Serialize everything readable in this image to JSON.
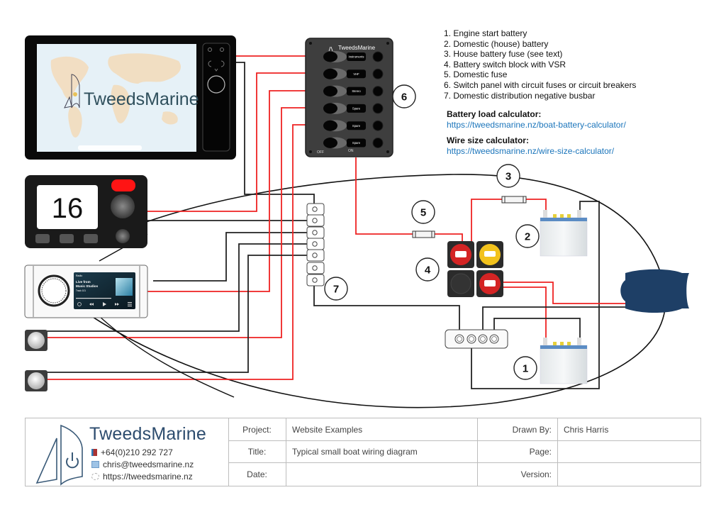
{
  "diagram": {
    "title": "Typical small boat wiring diagram",
    "legend": [
      "1. Engine start battery",
      "2. Domestic (house) battery",
      "3. House battery fuse (see text)",
      "4. Battery switch block with VSR",
      "5. Domestic fuse",
      "6. Switch panel with circuit fuses or circuit breakers",
      "7. Domestic distribution negative busbar"
    ],
    "calculators": [
      {
        "heading": "Battery load calculator:",
        "url": "https://tweedsmarine.nz/boat-battery-calculator/"
      },
      {
        "heading": "Wire size calculator:",
        "url": "https://tweedsmarine.nz/wire-size-calculator/"
      }
    ],
    "callouts": [
      "1",
      "2",
      "3",
      "4",
      "5",
      "6",
      "7"
    ],
    "mfd": {
      "brand": "TweedsMarine"
    },
    "vhf": {
      "channel": "16"
    },
    "stereo": {
      "track": "Live from",
      "artist": "Music Studios",
      "sub": "Track 101",
      "app_label": "Radio"
    },
    "switch_panel": {
      "brand": "TweedsMarine",
      "switches": [
        "Instruments",
        "VHF",
        "Stereo",
        "Spare",
        "Spare",
        "Spare"
      ],
      "off_label": "OFF",
      "on_label": "ON"
    },
    "colors": {
      "positive_wire": "#ee2222",
      "negative_wire": "#222222",
      "engine": "#1e3f66",
      "link": "#1b75bb",
      "brand_text": "#2d4c6e"
    }
  },
  "title_block": {
    "brand": "TweedsMarine",
    "phone": "+64(0)210 292 727",
    "email": "chris@tweedsmarine.nz",
    "website": "https://tweedsmarine.nz",
    "fields": {
      "project_label": "Project:",
      "project_value": "Website Examples",
      "title_label": "Title:",
      "title_value": "Typical small boat wiring diagram",
      "date_label": "Date:",
      "date_value": "",
      "drawn_by_label": "Drawn By:",
      "drawn_by_value": "Chris Harris",
      "page_label": "Page:",
      "page_value": "",
      "version_label": "Version:",
      "version_value": ""
    }
  }
}
